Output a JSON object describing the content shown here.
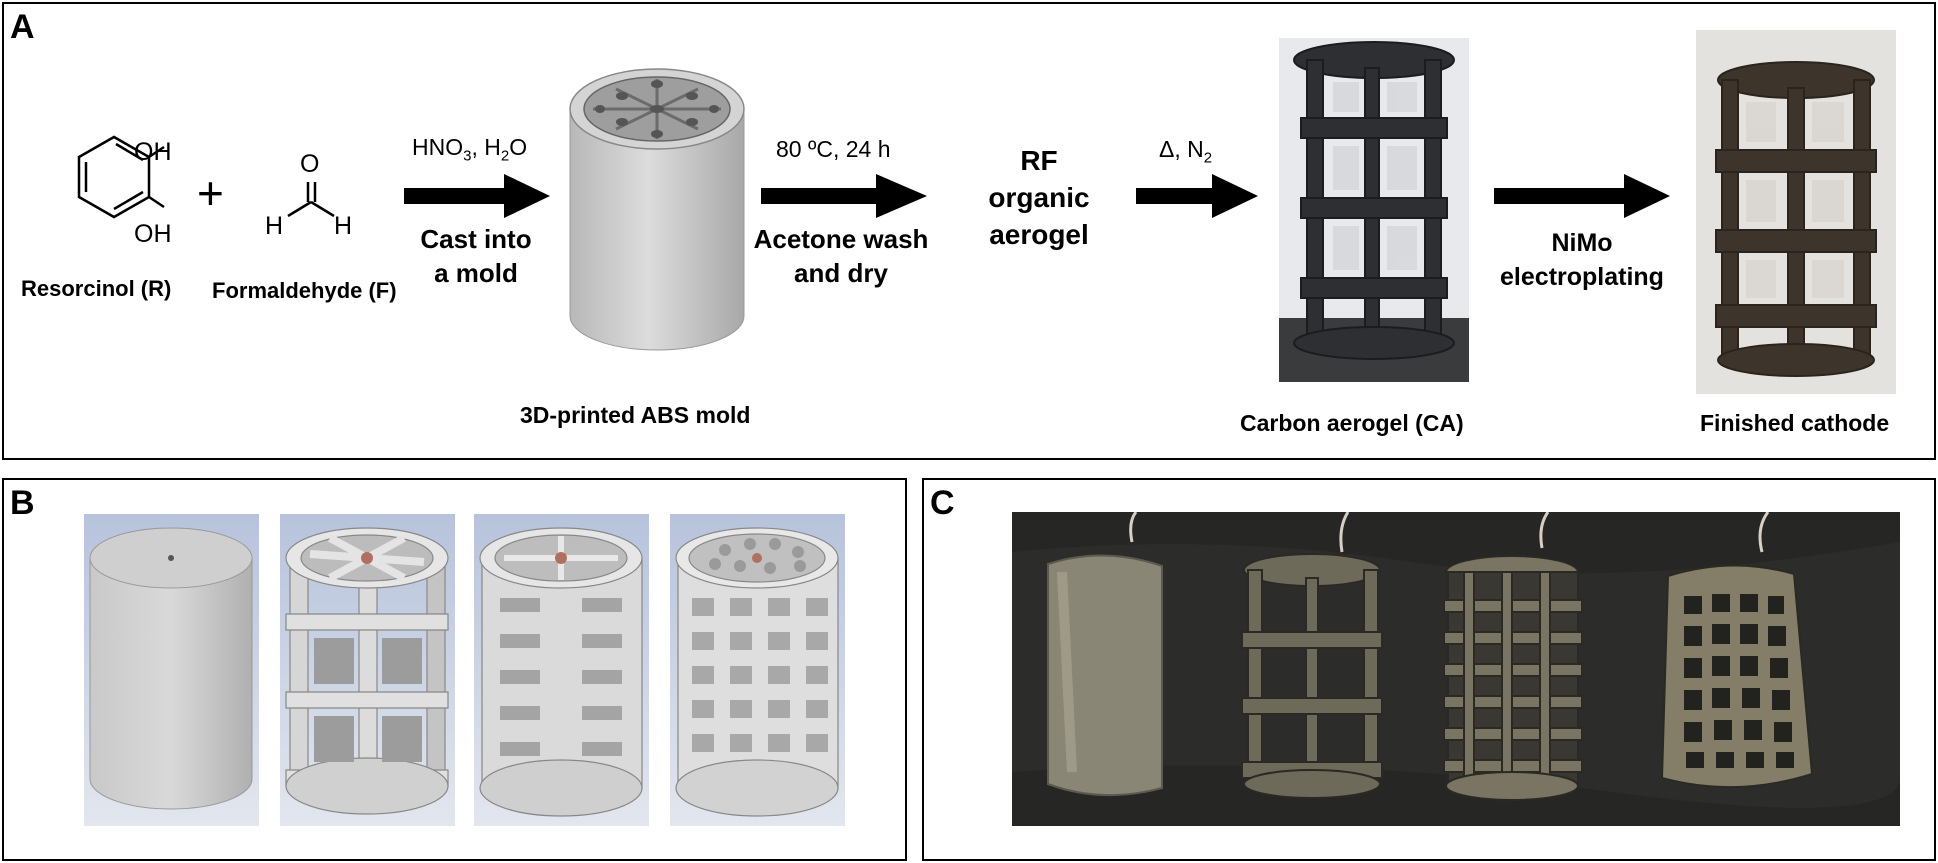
{
  "panel_a": {
    "letter": "A",
    "resorcinol": {
      "oh_top": "OH",
      "oh_bottom": "OH",
      "name": "Resorcinol (R)"
    },
    "plus": "+",
    "formaldehyde": {
      "o": "O",
      "h_left": "H",
      "h_right": "H",
      "name": "Formaldehyde (F)"
    },
    "step1": {
      "reagent_main": "HNO",
      "reagent_sub": "3",
      "reagent_rest": ", H",
      "reagent_sub2": "2",
      "reagent_end": "O",
      "line1": "Cast into",
      "line2": "a mold"
    },
    "mold_caption": "3D-printed ABS mold",
    "step2": {
      "condition": "80 ºC, 24 h",
      "line1": "Acetone wash",
      "line2": "and dry"
    },
    "rf": {
      "line1": "RF",
      "line2": "organic",
      "line3": "aerogel"
    },
    "step3": {
      "delta": "Δ, N",
      "sub": "2"
    },
    "ca_caption": "Carbon aerogel (CA)",
    "step4": {
      "line1": "NiMo",
      "line2": "electroplating"
    },
    "cathode_caption": "Finished cathode"
  },
  "panel_b": {
    "letter": "B"
  },
  "panel_c": {
    "letter": "C"
  },
  "colors": {
    "arrow": "#000000",
    "mold_body": "#c9c9c9",
    "photo_dark": "#2a2a28",
    "bg_blue": "#c8d2e6"
  }
}
